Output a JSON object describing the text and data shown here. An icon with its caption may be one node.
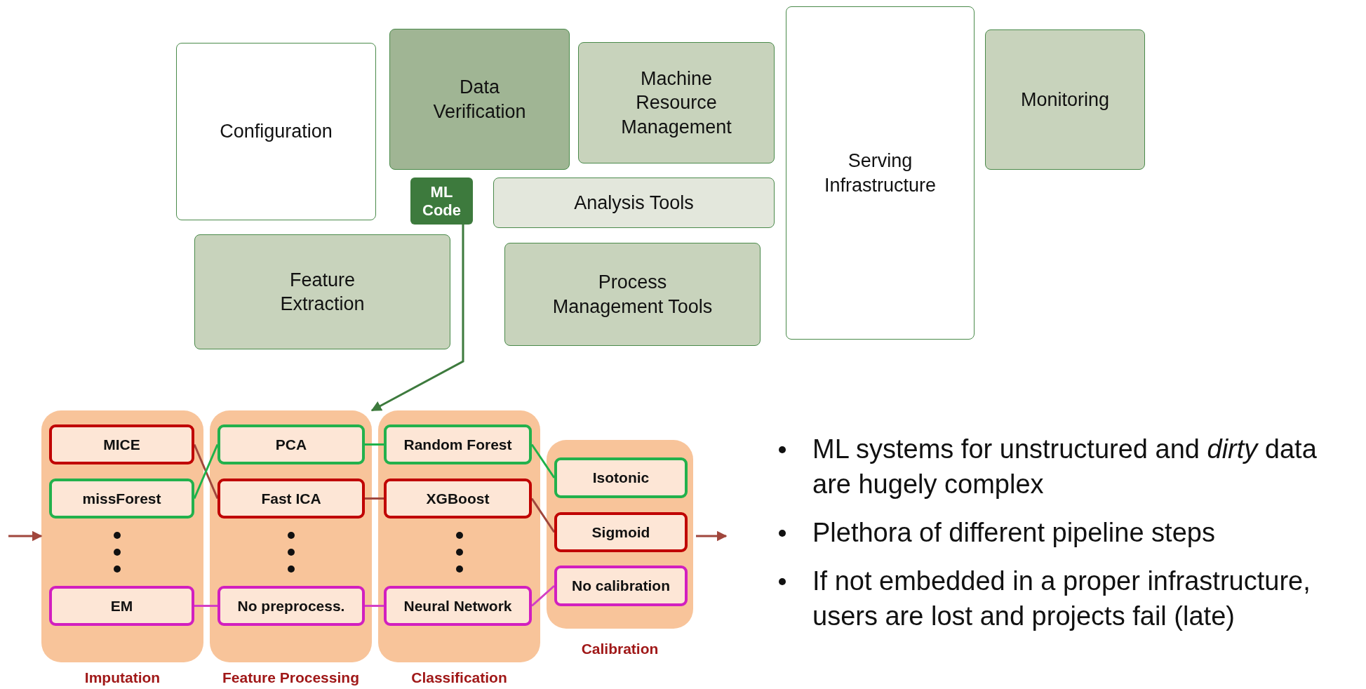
{
  "diagram": {
    "nodes": [
      {
        "text": [
          "Configuration"
        ]
      },
      {
        "text": [
          "Data Verification"
        ]
      },
      {
        "text": [
          "Machine Resource Management"
        ]
      },
      {
        "text": [
          "Serving Infrastructure"
        ]
      },
      {
        "text": [
          "Monitoring"
        ]
      },
      {
        "text": [
          "ML Code"
        ]
      },
      {
        "text": [
          "Analysis Tools"
        ]
      },
      {
        "text": [
          "Feature Extraction"
        ]
      },
      {
        "text": [
          "Process Management Tools"
        ]
      },
      {
        "text": [
          "Imputation"
        ]
      },
      {
        "text": [
          "MICE"
        ],
        "in": 9
      },
      {
        "text": [
          "missForest"
        ],
        "in": 9
      },
      {
        "text": [
          "EM"
        ],
        "in": 9
      },
      {
        "text": [
          "Feature Processing"
        ]
      },
      {
        "text": [
          "PCA"
        ],
        "in": 13
      },
      {
        "text": [
          "Fast ICA"
        ],
        "in": 13
      },
      {
        "text": [
          "No preprocess."
        ],
        "in": 13
      },
      {
        "text": [
          "Classification"
        ]
      },
      {
        "text": [
          "Random Forest"
        ],
        "in": 17
      },
      {
        "text": [
          "XGBoost"
        ],
        "in": 17
      },
      {
        "text": [
          "Neural Network"
        ],
        "in": 17
      },
      {
        "text": [
          "Calibration"
        ]
      },
      {
        "text": [
          "Isotonic"
        ],
        "in": 21
      },
      {
        "text": [
          "Sigmoid"
        ],
        "in": 21
      },
      {
        "text": [
          "No calibration"
        ],
        "in": 21
      }
    ],
    "edges": [
      {
        "from": 5,
        "to": 13,
        "arrow": "to",
        "color": "#3d7a3d"
      },
      {
        "from": null,
        "to": 9,
        "arrow": "to",
        "color": "#a0463c"
      },
      {
        "from": 10,
        "to": 15,
        "arrow": "none",
        "color": "#a0463c"
      },
      {
        "from": 11,
        "to": 14,
        "arrow": "none",
        "color": "#1fb24a"
      },
      {
        "from": 12,
        "to": 16,
        "arrow": "none",
        "color": "#d43fc4"
      },
      {
        "from": 14,
        "to": 18,
        "arrow": "none",
        "color": "#1fb24a"
      },
      {
        "from": 15,
        "to": 19,
        "arrow": "none",
        "color": "#a0463c"
      },
      {
        "from": 16,
        "to": 20,
        "arrow": "none",
        "color": "#d43fc4"
      },
      {
        "from": 18,
        "to": 22,
        "arrow": "none",
        "color": "#1fb24a"
      },
      {
        "from": 19,
        "to": 23,
        "arrow": "none",
        "color": "#a0463c"
      },
      {
        "from": 20,
        "to": 24,
        "arrow": "none",
        "color": "#d43fc4"
      },
      {
        "from": 21,
        "to": null,
        "arrow": "to",
        "color": "#a0463c"
      }
    ],
    "labels": [
      "ML systems for unstructured and *dirty* data are hugely complex",
      "Plethora of different pipeline steps",
      "If not embedded in a proper infrastructure, users are lost and projects fail (late)"
    ]
  }
}
